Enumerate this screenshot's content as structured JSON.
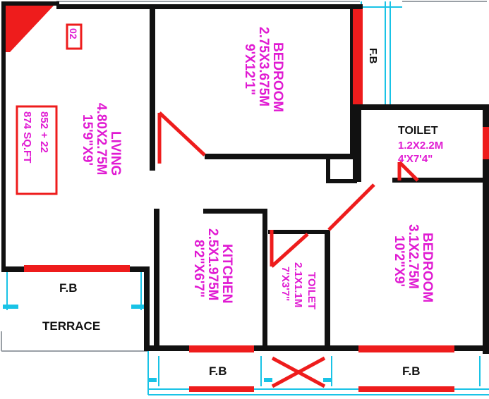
{
  "colors": {
    "wall": "#111111",
    "door": "#ee1c1c",
    "window": "#19c3e6",
    "label": "#e01ad2"
  },
  "plan": {
    "unit_badge": "02",
    "area_line1": "852 + 22",
    "area_line2": "874 SQ.FT",
    "rooms": {
      "living": {
        "name": "LIVING",
        "metric": "4.80X2.75M",
        "imperial": "15'9\"X9'"
      },
      "bedroom1": {
        "name": "BEDROOM",
        "metric": "2.75X3.675M",
        "imperial": "9'X12'1\""
      },
      "bedroom2": {
        "name": "BEDROOM",
        "metric": "3.1X2.75M",
        "imperial": "10'2\"X9'"
      },
      "kitchen": {
        "name": "KITCHEN",
        "metric": "2.5X1.975M",
        "imperial": "8'2\"X6'7\""
      },
      "toilet_top": {
        "name": "TOILET",
        "metric": "1.2X2.2M",
        "imperial": "4'X7'4\""
      },
      "toilet_small": {
        "name": "TOILET",
        "metric": "2.1X1.1M",
        "imperial": "7'X3'7\""
      },
      "terrace": {
        "name": "TERRACE"
      }
    },
    "fb_labels": {
      "top": "F.B",
      "terrace": "F.B",
      "bottom_left": "F.B",
      "bottom_right": "F.B"
    }
  }
}
